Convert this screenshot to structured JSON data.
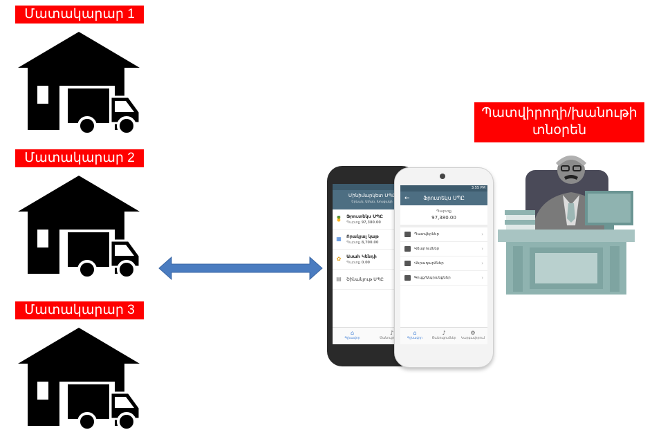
{
  "suppliers": [
    {
      "label": "Մատակարար 1"
    },
    {
      "label": "Մատակարար 2"
    },
    {
      "label": "Մատակարար 3"
    }
  ],
  "owner": {
    "label_line1": "Պատվիրողի/խանութի",
    "label_line2": "տնօրեն"
  },
  "colors": {
    "label_bg": "#ff0000",
    "arrow": "#4a7cc0",
    "appbar": "#4d6e82",
    "desk": "#8fb3b0"
  },
  "phone_back": {
    "title": "Մինիմարկետ ՍՊԸ",
    "subtitle": "Երևան, Աժան, Խոսցակի",
    "stores": [
      {
        "name": "Ֆրուտեկս ՍՊԸ",
        "amount": "97,380.00",
        "amount_label": "Պարտք"
      },
      {
        "name": "Որակյալ կաթ",
        "amount": "8,700.00",
        "amount_label": "Պարտք"
      },
      {
        "name": "Ասահ Կենդի",
        "amount": "0.00",
        "amount_label": "Պարտք"
      },
      {
        "name": "Շինանյութ ՍՊԸ",
        "amount": "",
        "amount_label": ""
      }
    ],
    "tabs": [
      "Գլխավոր",
      "Ծանուցումներ"
    ]
  },
  "phone_front": {
    "status_time": "3:55 PM",
    "title": "Ֆրուտեկս ՍՊԸ",
    "balance_label": "Պարտք",
    "balance_value": "97,380.00",
    "menu": [
      "Պատվերներ",
      "Վճարումներ",
      "Վերադարձներ",
      "Գույք/Ապրանքներ"
    ],
    "tabs": [
      "Գլխավոր",
      "Ծանուցումներ",
      "Կարգավորում"
    ]
  }
}
